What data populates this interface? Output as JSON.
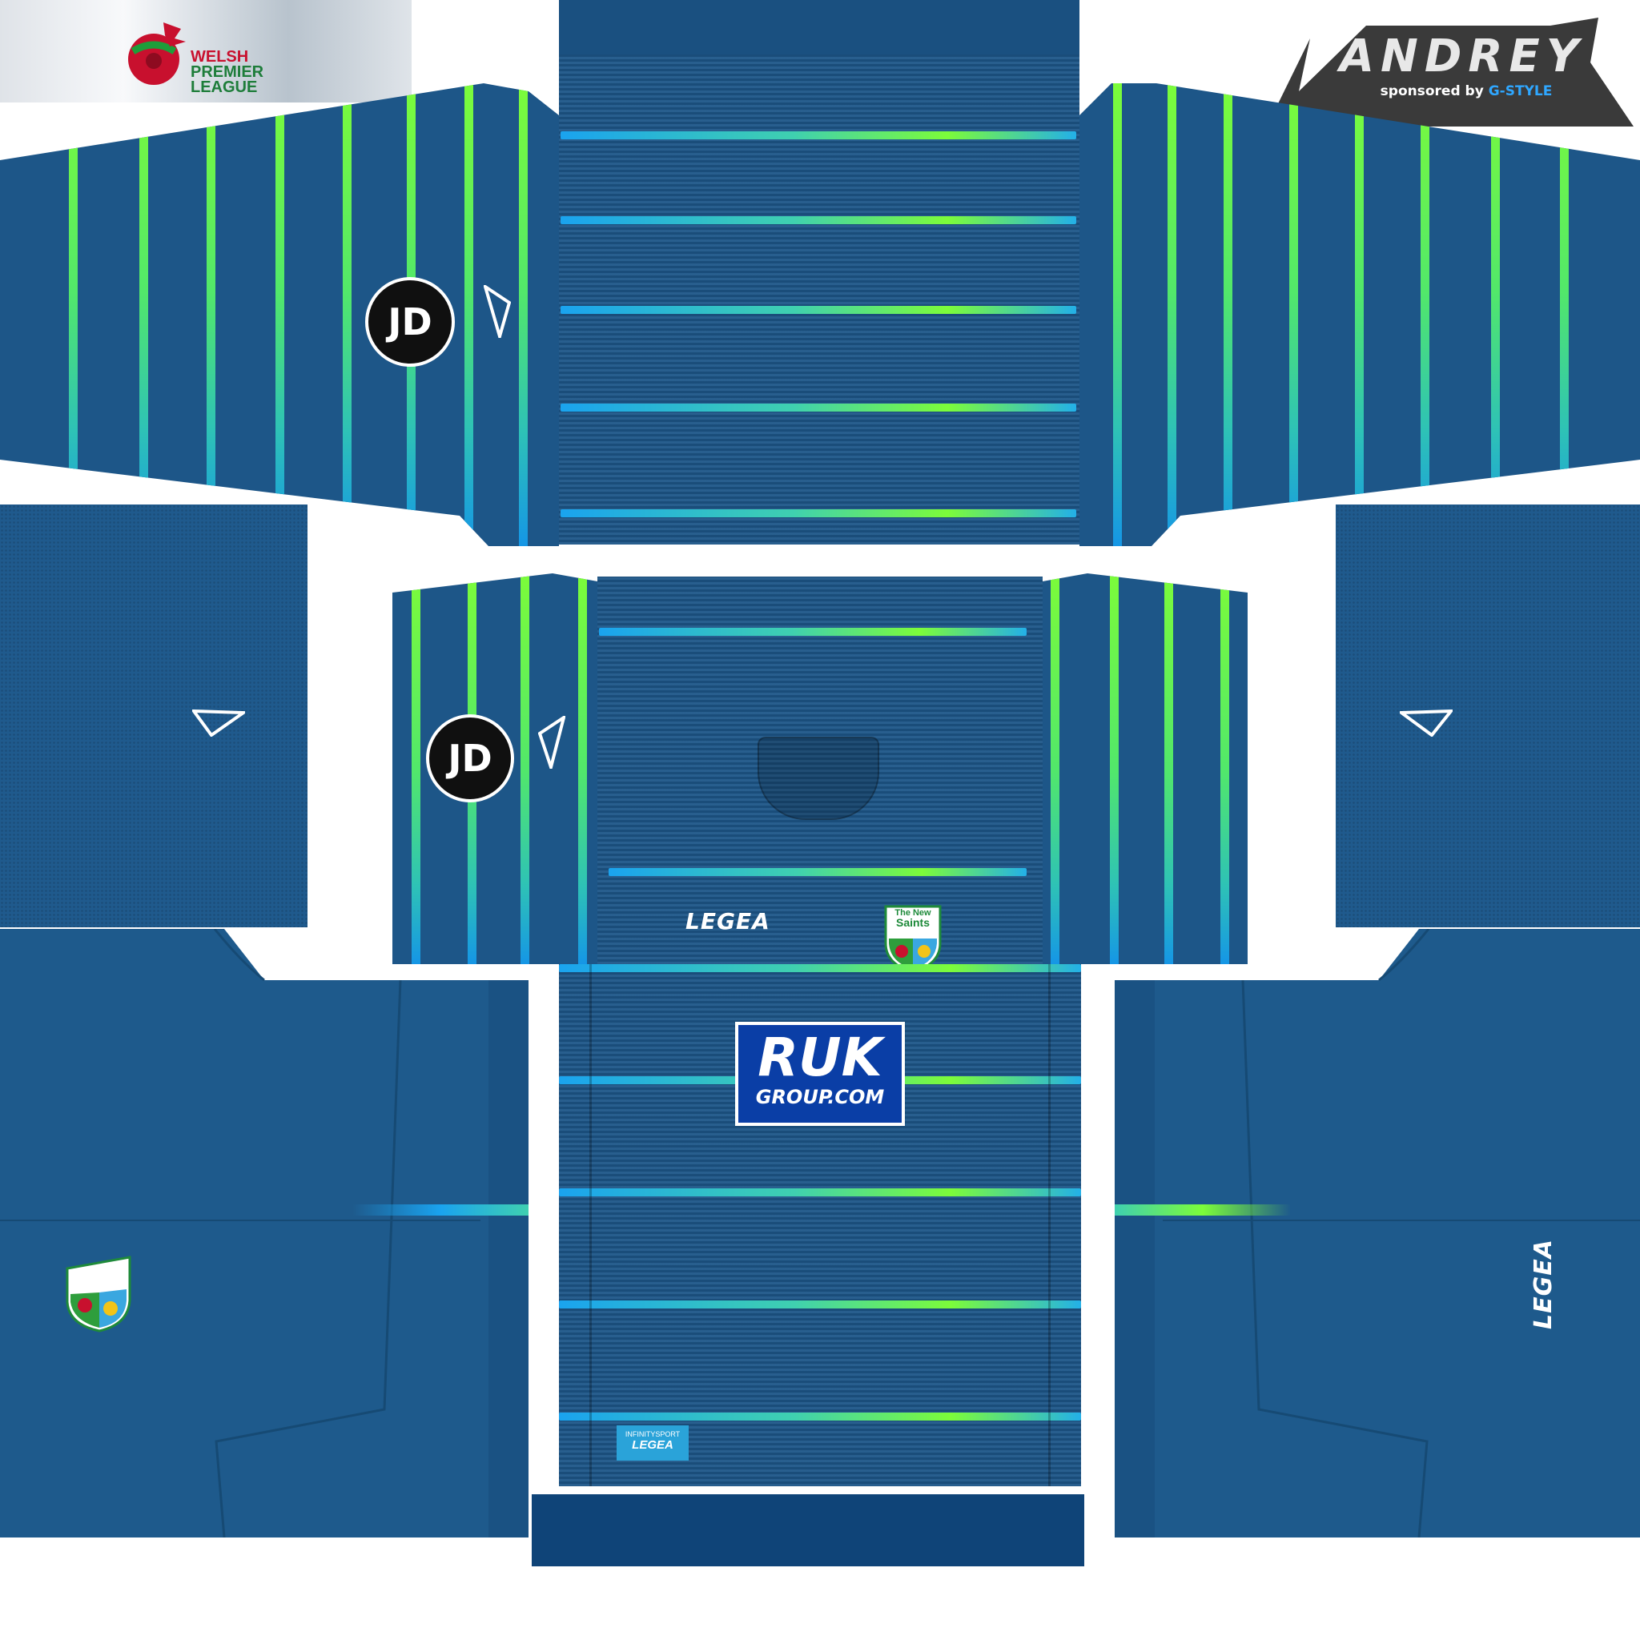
{
  "texture": {
    "league_logo": {
      "line1": "WELSH",
      "line2": "PREMIER",
      "line3": "LEAGUE"
    },
    "watermark": {
      "name": "ANDREY",
      "sponsor_line": "sponsored by",
      "sponsor_brand": "G-STYLE"
    },
    "kit_brand": "LEGEA",
    "main_sponsor": {
      "line1": "RUK",
      "line2": "GROUP.COM"
    },
    "club_badge": {
      "line1": "The New",
      "line2": "Saints"
    },
    "sleeve_sponsor": "JD",
    "hem_tag": {
      "line1": "INFINITYSPORT",
      "line2": "LEGEA"
    },
    "colors": {
      "base_blue": "#1d5688",
      "stripe_green": "#7cfc3a",
      "stripe_blue": "#1aa3ef",
      "sponsor_box": "#0a3ea6"
    }
  }
}
